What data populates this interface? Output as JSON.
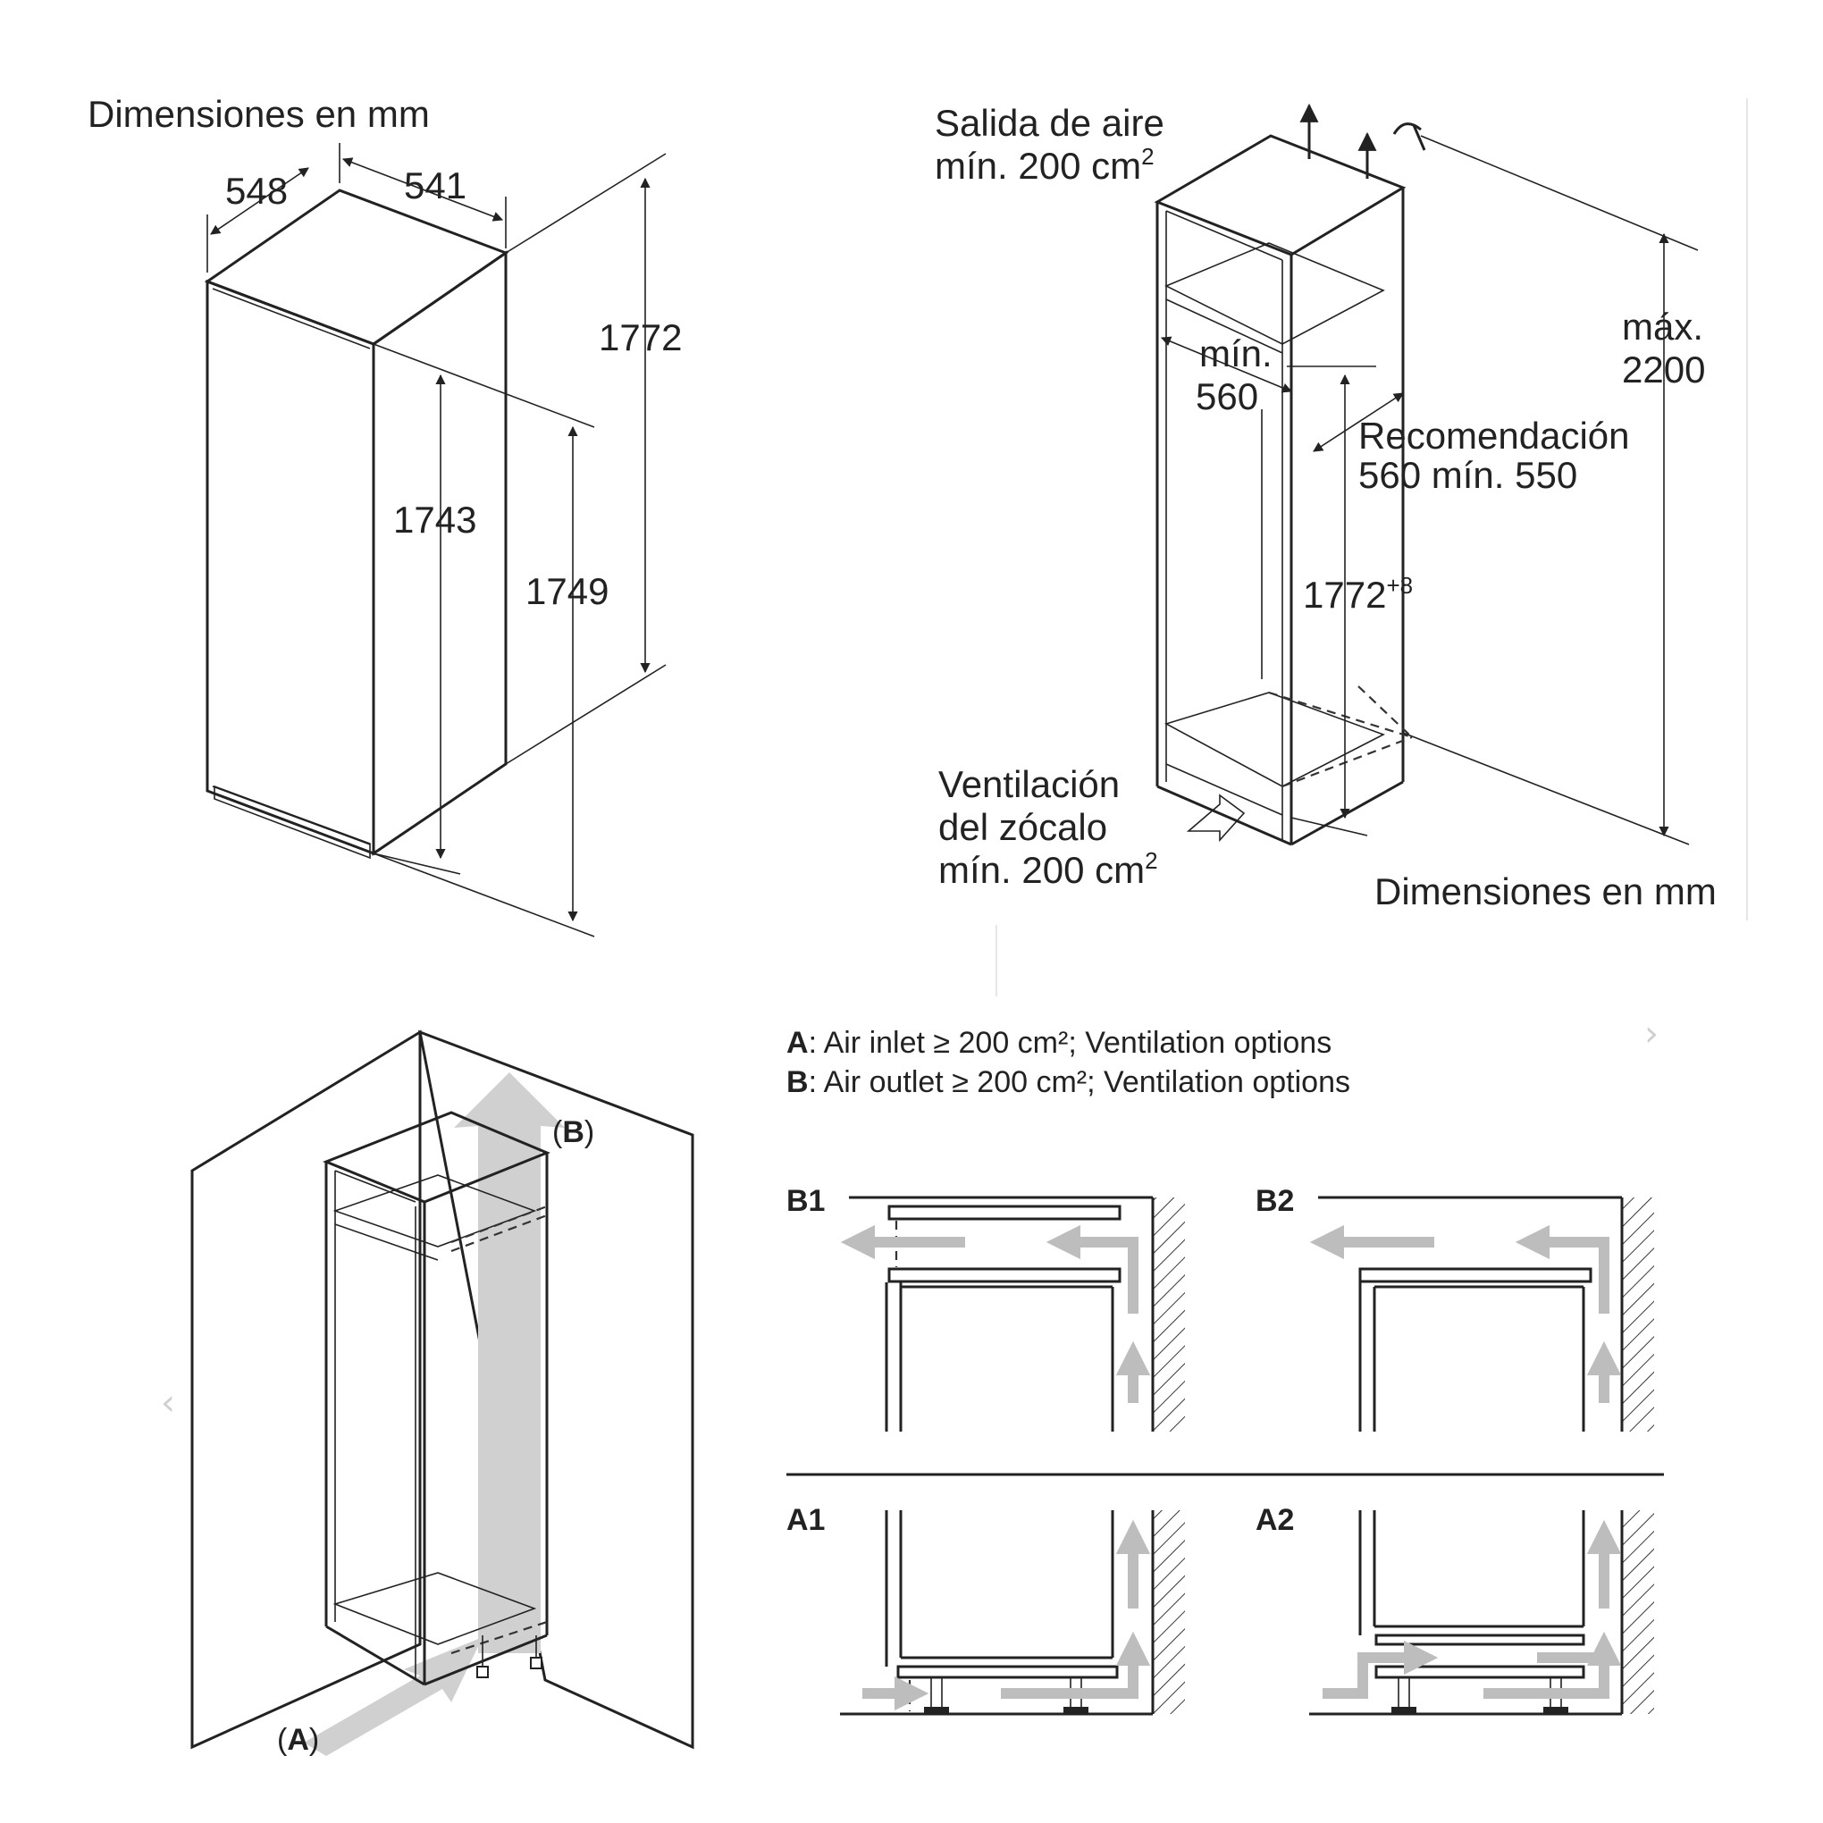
{
  "panel_dims_appliance": {
    "heading": "Dimensiones en mm",
    "depth": "548",
    "width": "541",
    "total_height": "1772",
    "body_height": "1743",
    "door_height": "1749"
  },
  "panel_niche": {
    "air_outlet_line1": "Salida de aire",
    "air_outlet_line2": "mín. 200 cm",
    "air_outlet_sup": "2",
    "min_width_line1": "mín.",
    "min_width_line2": "560",
    "depth_line1": "Recomendación",
    "depth_line2": "560 mín. 550",
    "niche_height": "1772",
    "niche_height_sup": "+8",
    "max_height_line1": "máx.",
    "max_height_line2": "2200",
    "plinth_line1": "Ventilación",
    "plinth_line2": "del zócalo",
    "plinth_line3": "mín. 200 cm",
    "plinth_sup": "2",
    "footer": "Dimensiones en mm"
  },
  "panel_airflow": {
    "label_outlet": "(B)",
    "label_inlet": "(A)",
    "arrow_color": "#c8c8c8"
  },
  "legend": {
    "a_key": "A",
    "a_text": ": Air inlet ≥ 200 cm²; Ventilation options",
    "b_key": "B",
    "b_text": ": Air outlet ≥ 200 cm²; Ventilation options"
  },
  "options": {
    "b1": "B1",
    "b2": "B2",
    "a1": "A1",
    "a2": "A2"
  },
  "nav": {
    "prev_icon": "chevron-left-icon",
    "next_icon": "chevron-right-icon",
    "prev_glyph": "‹",
    "next_glyph": "›"
  }
}
